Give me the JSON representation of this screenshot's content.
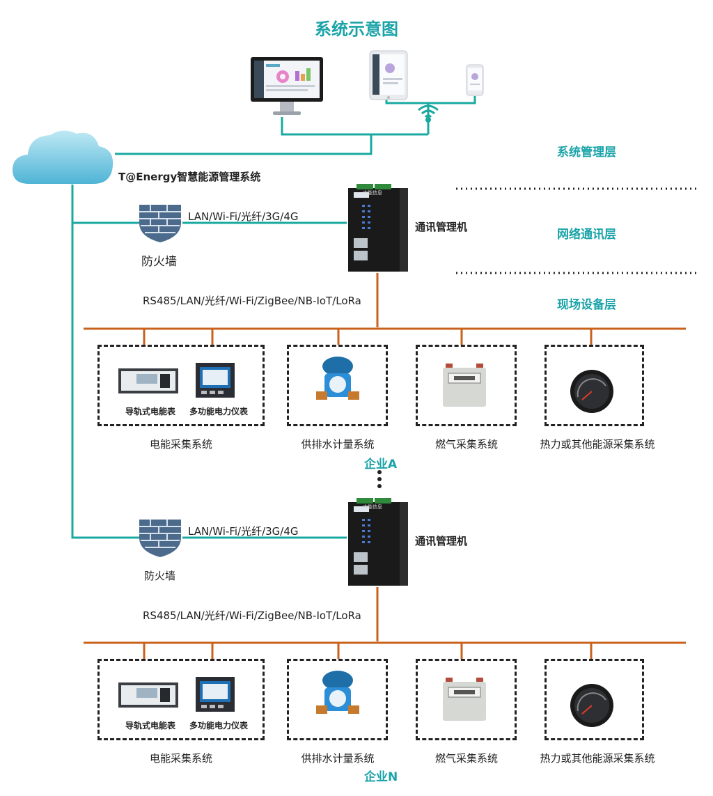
{
  "title": "系统示意图",
  "layers": {
    "management": "系统管理层",
    "network": "网络通讯层",
    "field": "现场设备层"
  },
  "cloud_label": "T@Energy智慧能源管理系统",
  "gateway_label": "通讯管理机",
  "gateway_badge": "中能信息",
  "firewall_label": "防火墙",
  "uplink_protocols": "LAN/Wi-Fi/光纤/3G/4G",
  "field_protocols": "RS485/LAN/光纤/Wi-Fi/ZigBee/NB-IoT/LoRa",
  "enterprises": [
    {
      "name": "企业A",
      "devices": {
        "rail_meter": "导轨式电能表",
        "multi_meter": "多功能电力仪表"
      },
      "systems": [
        "电能采集系统",
        "供排水计量系统",
        "燃气采集系统",
        "热力或其他能源采集系统"
      ]
    },
    {
      "name": "企业N",
      "devices": {
        "rail_meter": "导轨式电能表",
        "multi_meter": "多功能电力仪表"
      },
      "systems": [
        "电能采集系统",
        "供排水计量系统",
        "燃气采集系统",
        "热力或其他能源采集系统"
      ]
    }
  ],
  "colors": {
    "accent": "#1aa3a8",
    "bus": "#c8621d",
    "link": "#19a9a0"
  }
}
